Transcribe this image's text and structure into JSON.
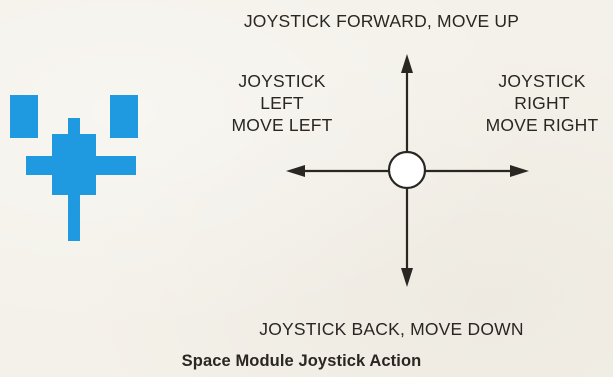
{
  "labels": {
    "up": "JOYSTICK FORWARD, MOVE UP",
    "left": [
      "JOYSTICK",
      "LEFT",
      "MOVE LEFT"
    ],
    "right": [
      "JOYSTICK",
      "RIGHT",
      "MOVE RIGHT"
    ],
    "down": "JOYSTICK BACK, MOVE DOWN"
  },
  "caption": "Space Module Joystick Action",
  "colors": {
    "module": "#1f9ae0",
    "ink": "#2a2622",
    "paper": "#f4f1ea"
  }
}
